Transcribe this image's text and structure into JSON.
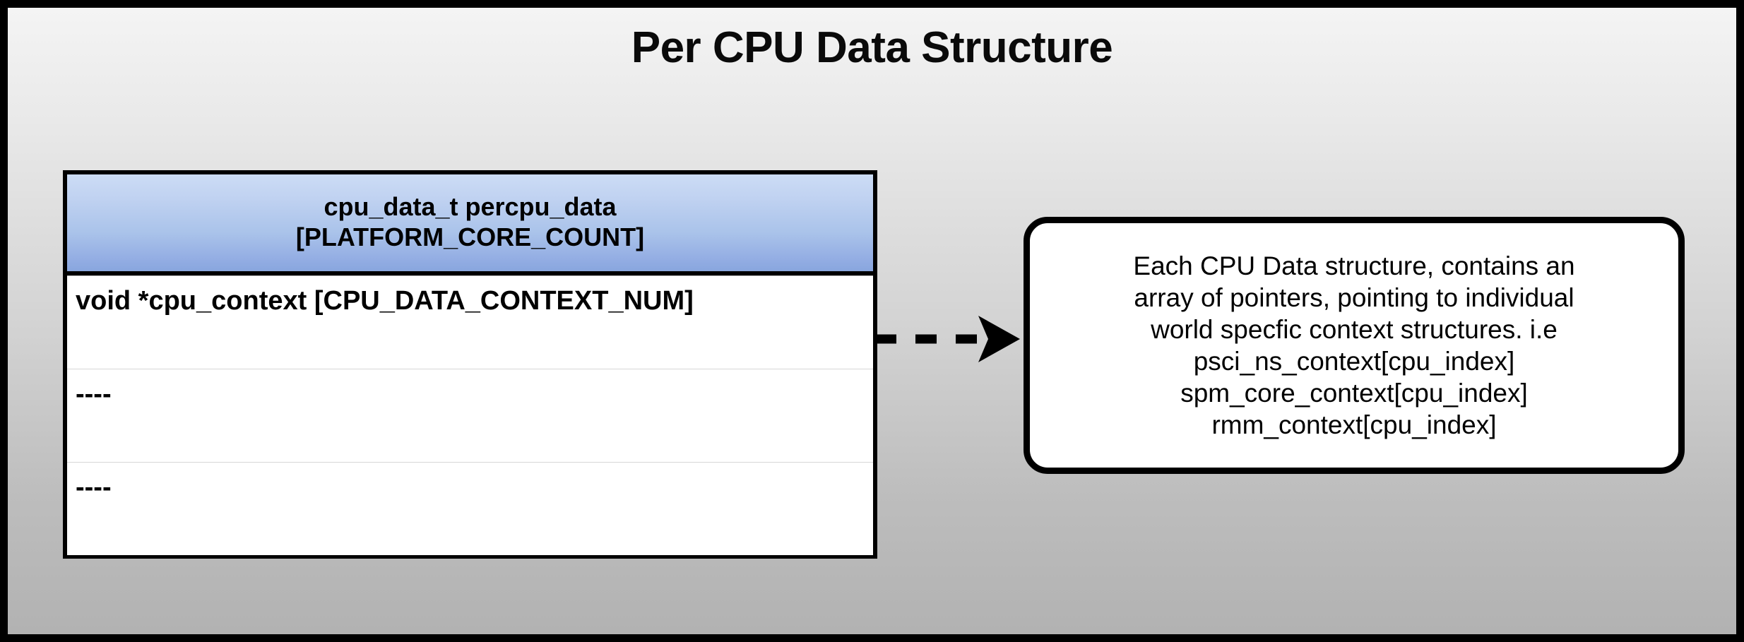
{
  "diagram": {
    "title": "Per CPU Data Structure",
    "background": {
      "gradient_from": "#f4f4f4",
      "gradient_to": "#b2b2b2",
      "border_color": "#000000"
    }
  },
  "struct_table": {
    "header": {
      "line1": "cpu_data_t percpu_data",
      "line2": "[PLATFORM_CORE_COUNT]",
      "gradient_from": "#ccdcf5",
      "gradient_to": "#88a6de"
    },
    "rows": [
      {
        "label": "void *cpu_context [CPU_DATA_CONTEXT_NUM]"
      },
      {
        "label": "----"
      },
      {
        "label": "----"
      }
    ]
  },
  "connector": {
    "style": "dashed-arrow",
    "direction": "right",
    "color": "#000000"
  },
  "callout": {
    "lines": [
      "Each CPU Data structure, contains an",
      "array of pointers, pointing to individual",
      "world specfic context structures. i.e",
      "psci_ns_context[cpu_index]",
      "spm_core_context[cpu_index]",
      "rmm_context[cpu_index]"
    ],
    "border_color": "#000000",
    "background": "#ffffff"
  }
}
